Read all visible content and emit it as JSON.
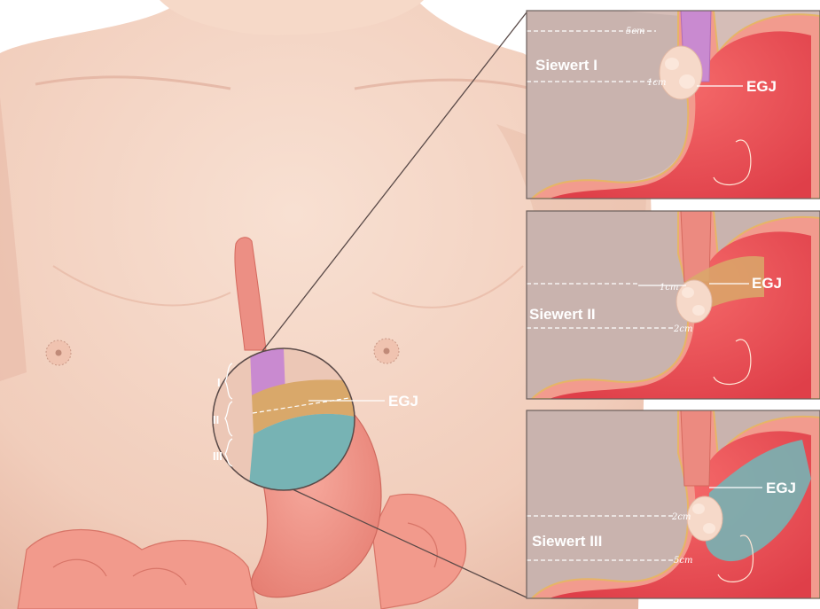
{
  "main": {
    "egj_label": "EGJ",
    "zone_labels": [
      "I",
      "II",
      "III"
    ]
  },
  "panels": [
    {
      "title": "Siewert I",
      "egj": "EGJ",
      "upper_mark": "5cm",
      "lower_mark": "1cm"
    },
    {
      "title": "Siewert II",
      "egj": "EGJ",
      "upper_mark": "1cm",
      "lower_mark": "2cm"
    },
    {
      "title": "Siewert III",
      "egj": "EGJ",
      "upper_mark": "2cm",
      "lower_mark": "5cm"
    }
  ],
  "colors": {
    "skin": "#f3d3c2",
    "skin_shadow": "#e2ad98",
    "zone_I": "#c98ad0",
    "zone_II": "#d9a86a",
    "zone_III": "#77b3b4",
    "stomach": "#ef8e84",
    "stomach_wall": "#dc3e48",
    "panel_bg": "#c8b2ad",
    "tumor": "#f6d9c9"
  }
}
